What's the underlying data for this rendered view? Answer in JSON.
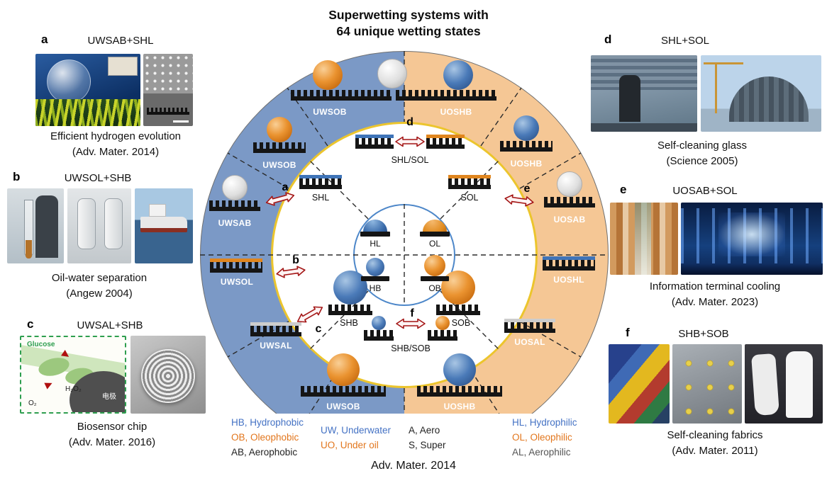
{
  "title": {
    "line1": "Superwetting systems with",
    "line2": "64 unique wetting states"
  },
  "footer_ref": "Adv. Mater. 2014",
  "wheel": {
    "outer": {
      "top_left": "UWSOB",
      "top_right": "UOSHB",
      "upper_left": "UWSOB",
      "left_upper": "UWSAB",
      "left": "UWSOL",
      "lower_left": "UWSAL",
      "bottom_left": "UWSOB",
      "bottom_right": "UOSHB",
      "lower_right": "UOSAL",
      "right": "UOSHL",
      "right_upper": "UOSAB",
      "upper_right": "UOSHB"
    },
    "inner": {
      "shl": "SHL",
      "sol": "SOL",
      "shb": "SHB",
      "sob": "SOB",
      "pair_top": "SHL/SOL",
      "pair_bottom": "SHB/SOB"
    },
    "center": {
      "hl": "HL",
      "ol": "OL",
      "hb": "HB",
      "ob": "OB"
    },
    "letters": {
      "a": "a",
      "b": "b",
      "c": "c",
      "d": "d",
      "e": "e",
      "f": "f"
    }
  },
  "legend": {
    "col1": [
      "HB, Hydrophobic",
      "OB, Oleophobic",
      "AB, Aerophobic"
    ],
    "col2": [
      "UW, Underwater",
      "UO, Under oil"
    ],
    "col3": [
      "A, Aero",
      "S, Super"
    ],
    "col4": [
      "HL, Hydrophilic",
      "OL, Oleophilic",
      "AL, Aerophilic"
    ]
  },
  "panels": {
    "a": {
      "letter": "a",
      "title": "UWSAB+SHL",
      "caption": "Efficient hydrogen evolution",
      "ref": "(Adv. Mater. 2014)"
    },
    "b": {
      "letter": "b",
      "title": "UWSOL+SHB",
      "caption": "Oil-water separation",
      "ref": "(Angew 2004)"
    },
    "c": {
      "letter": "c",
      "title": "UWSAL+SHB",
      "caption": "Biosensor chip",
      "ref": "(Adv. Mater. 2016)",
      "diagram_labels": {
        "glucose": "Glucose",
        "h2o2": "H₂O₂",
        "o2": "O₂",
        "electrode": "电极"
      }
    },
    "d": {
      "letter": "d",
      "title": "SHL+SOL",
      "caption": "Self-cleaning glass",
      "ref": "(Science 2005)"
    },
    "e": {
      "letter": "e",
      "title": "UOSAB+SOL",
      "caption": "Information terminal cooling",
      "ref": "(Adv. Mater. 2023)"
    },
    "f": {
      "letter": "f",
      "title": "SHB+SOB",
      "caption": "Self-cleaning fabrics",
      "ref": "(Adv. Mater. 2011)"
    }
  },
  "colors": {
    "water_half": "#7b99c6",
    "oil_half": "#f5c795",
    "ring_accent": "#ecc52d",
    "center_ring": "#4d87c9",
    "droplet_blue": "#4a7ab8",
    "droplet_orange": "#ea9330",
    "droplet_air": "#dedede",
    "arrow_red": "#a31515",
    "legend_blue": "#4472c4",
    "legend_orange": "#e2761d"
  }
}
